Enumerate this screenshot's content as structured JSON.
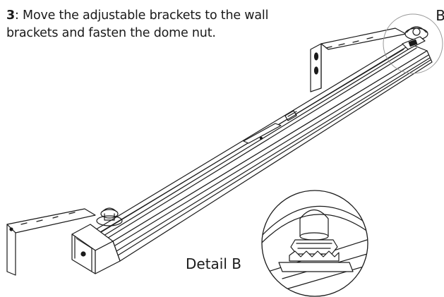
{
  "instruction": {
    "step_number": "3",
    "step_separator": ":",
    "text": " Move the adjustable brackets to the wall brackets and fasten the dome nut."
  },
  "callout_letter": "B",
  "detail_label": "Detail B"
}
